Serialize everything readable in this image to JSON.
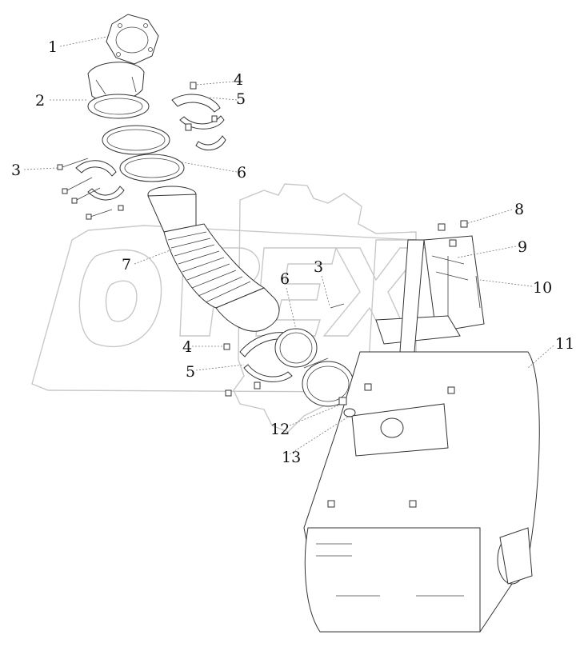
{
  "diagram": {
    "type": "exploded parts diagram",
    "callouts": [
      {
        "id": "c1",
        "label": "1"
      },
      {
        "id": "c2",
        "label": "2"
      },
      {
        "id": "c3a",
        "label": "3"
      },
      {
        "id": "c4a",
        "label": "4"
      },
      {
        "id": "c5a",
        "label": "5"
      },
      {
        "id": "c6a",
        "label": "6"
      },
      {
        "id": "c7",
        "label": "7"
      },
      {
        "id": "c3b",
        "label": "3"
      },
      {
        "id": "c6b",
        "label": "6"
      },
      {
        "id": "c4b",
        "label": "4"
      },
      {
        "id": "c5b",
        "label": "5"
      },
      {
        "id": "c8",
        "label": "8"
      },
      {
        "id": "c9",
        "label": "9"
      },
      {
        "id": "c10",
        "label": "10"
      },
      {
        "id": "c11",
        "label": "11"
      },
      {
        "id": "c12",
        "label": "12"
      },
      {
        "id": "c13",
        "label": "13"
      }
    ],
    "watermark": {
      "text": "OPEX",
      "colors": {
        "line": "#c8c8c8"
      }
    },
    "colors": {
      "ink": "#333333",
      "leader": "#777777",
      "background": "#ffffff"
    }
  }
}
